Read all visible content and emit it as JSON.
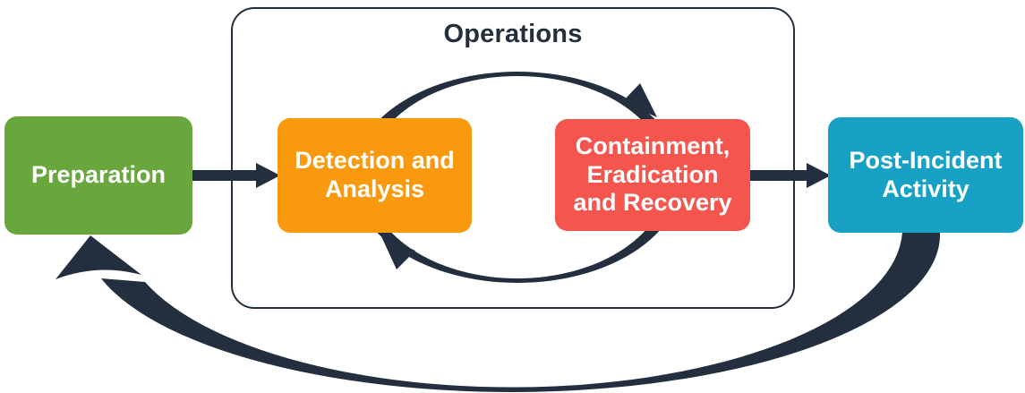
{
  "diagram": {
    "group": {
      "title": "Operations"
    },
    "stages": [
      {
        "id": "preparation",
        "name": "Preparation",
        "color": "#6AA63E",
        "lines": [
          "Preparation"
        ]
      },
      {
        "id": "detection-analysis",
        "name": "Detection and Analysis",
        "color": "#F9990D",
        "lines": [
          "Detection and",
          "Analysis"
        ]
      },
      {
        "id": "containment-eradication-recovery",
        "name": "Containment, Eradication and Recovery",
        "color": "#F4564E",
        "lines": [
          "Containment,",
          "Eradication",
          "and Recovery"
        ]
      },
      {
        "id": "post-incident-activity",
        "name": "Post-Incident Activity",
        "color": "#17A1C5",
        "lines": [
          "Post-Incident",
          "Activity"
        ]
      }
    ],
    "arrows": [
      {
        "id": "preparation-to-detection",
        "type": "straight"
      },
      {
        "id": "detection-to-containment",
        "type": "loop-forward"
      },
      {
        "id": "containment-to-detection",
        "type": "loop-return"
      },
      {
        "id": "containment-to-postincident",
        "type": "straight"
      },
      {
        "id": "postincident-to-preparation",
        "type": "feedback-curve"
      }
    ],
    "colors": {
      "ink": "#232F3E",
      "background": "#FFFFFF"
    }
  }
}
